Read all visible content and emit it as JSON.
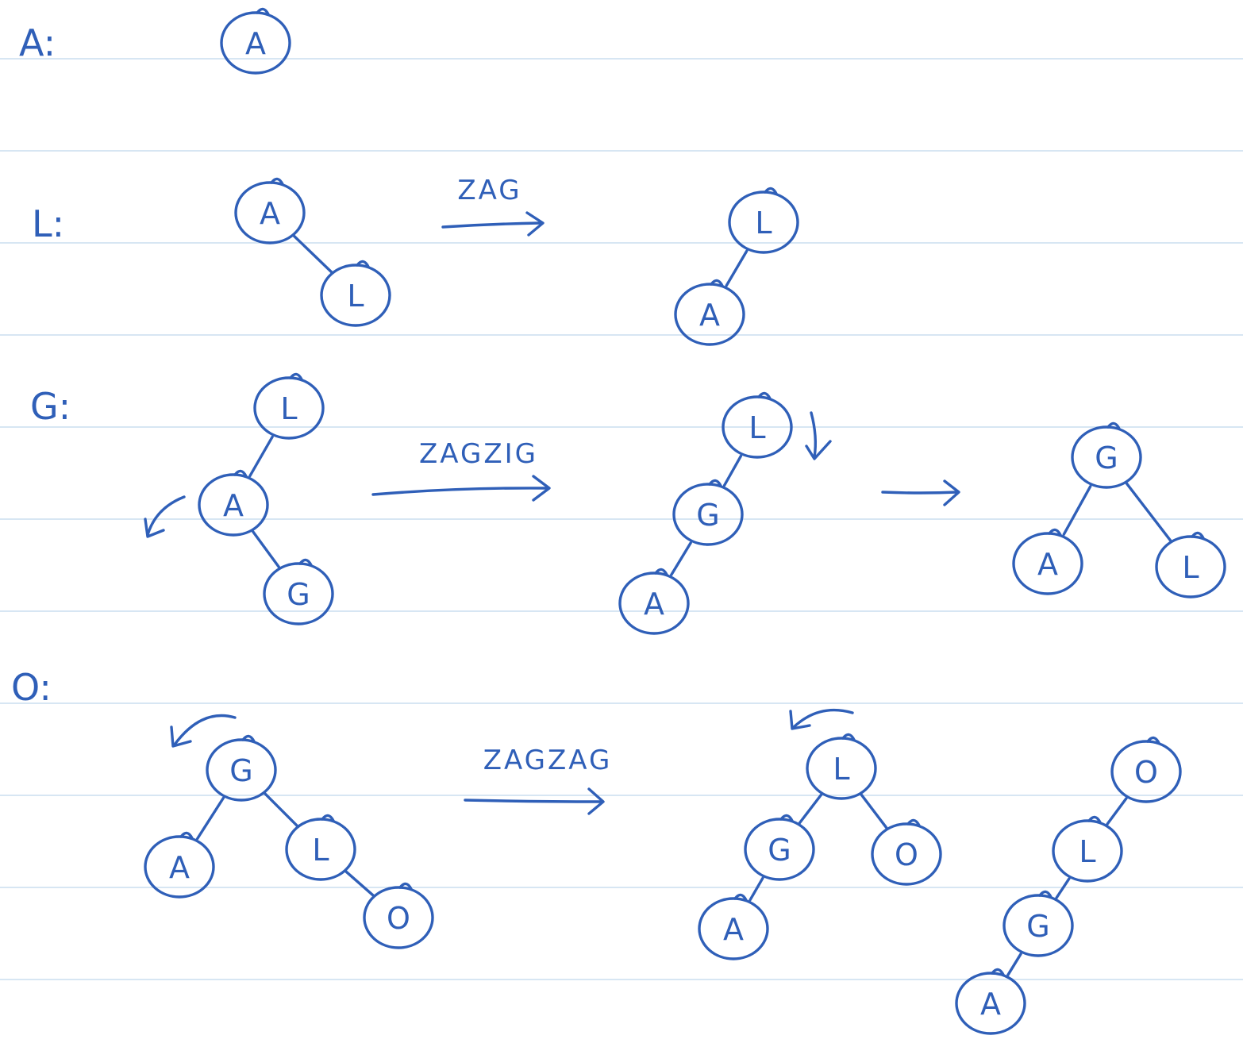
{
  "colors": {
    "ink": "#2f5fb8",
    "ruled_line": "#d7e6f3",
    "paper": "#ffffff"
  },
  "rows": [
    {
      "label": "A:"
    },
    {
      "label": "L:",
      "operation": "ZAG"
    },
    {
      "label": "G:",
      "operation": "ZAGZIG"
    },
    {
      "label": "O:",
      "operation": "ZAGZAG"
    }
  ],
  "trees": [
    {
      "row": 0,
      "nodes": [
        "A"
      ],
      "edges": []
    },
    {
      "row": 1,
      "nodes": [
        "A",
        "L"
      ],
      "edges": [
        [
          0,
          1
        ]
      ]
    },
    {
      "row": 1,
      "nodes": [
        "L",
        "A"
      ],
      "edges": [
        [
          0,
          1
        ]
      ]
    },
    {
      "row": 2,
      "nodes": [
        "L",
        "A",
        "G"
      ],
      "edges": [
        [
          0,
          1
        ],
        [
          1,
          2
        ]
      ]
    },
    {
      "row": 2,
      "nodes": [
        "L",
        "G",
        "A"
      ],
      "edges": [
        [
          0,
          1
        ],
        [
          1,
          2
        ]
      ]
    },
    {
      "row": 2,
      "nodes": [
        "G",
        "A",
        "L"
      ],
      "edges": [
        [
          0,
          1
        ],
        [
          0,
          2
        ]
      ]
    },
    {
      "row": 3,
      "nodes": [
        "G",
        "A",
        "L",
        "O"
      ],
      "edges": [
        [
          0,
          1
        ],
        [
          0,
          2
        ],
        [
          2,
          3
        ]
      ]
    },
    {
      "row": 3,
      "nodes": [
        "L",
        "G",
        "O",
        "A"
      ],
      "edges": [
        [
          0,
          1
        ],
        [
          0,
          2
        ],
        [
          1,
          3
        ]
      ]
    },
    {
      "row": 3,
      "nodes": [
        "O",
        "L",
        "G",
        "A"
      ],
      "edges": [
        [
          0,
          1
        ],
        [
          1,
          2
        ],
        [
          2,
          3
        ]
      ]
    }
  ]
}
